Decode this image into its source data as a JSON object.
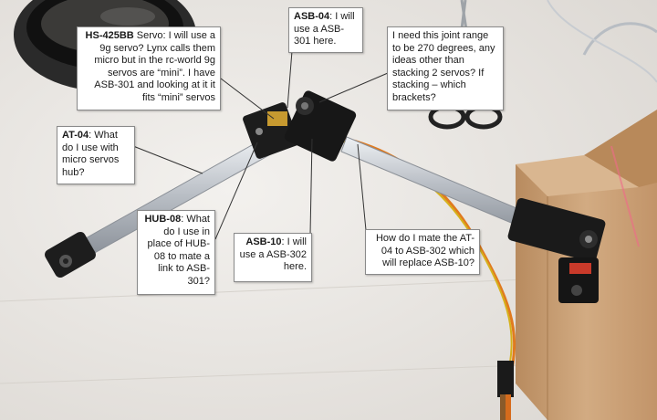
{
  "callouts": {
    "hs425": {
      "code": "HS-425BB",
      "text": " Servo: I will use a 9g servo? Lynx calls them micro but in the rc-world 9g servos are “mini”. I have ASB-301 and looking at it it fits “mini” servos"
    },
    "asb04": {
      "code": "ASB-04",
      "text": ": I will use a ASB-301 here."
    },
    "joint": {
      "code": "",
      "text": "I need this joint range to be 270 degrees, any ideas other than stacking 2 servos? If stacking – which brackets?"
    },
    "at04": {
      "code": "AT-04",
      "text": ": What do I use with micro servos hub?"
    },
    "hub08": {
      "code": "HUB-08",
      "text": ": What do I use in place of HUB-08 to mate a link to ASB-301?"
    },
    "asb10": {
      "code": "ASB-10",
      "text": ": I will use a ASB-302 here."
    },
    "mate": {
      "code": "",
      "text": "How do I mate the AT-04 to ASB-302 which will replace ASB-10?"
    }
  },
  "colors": {
    "table": "#e9e6e2",
    "wood": "#c9a077",
    "servo": "#1c1c1c",
    "tube": "#c4c9cf"
  }
}
